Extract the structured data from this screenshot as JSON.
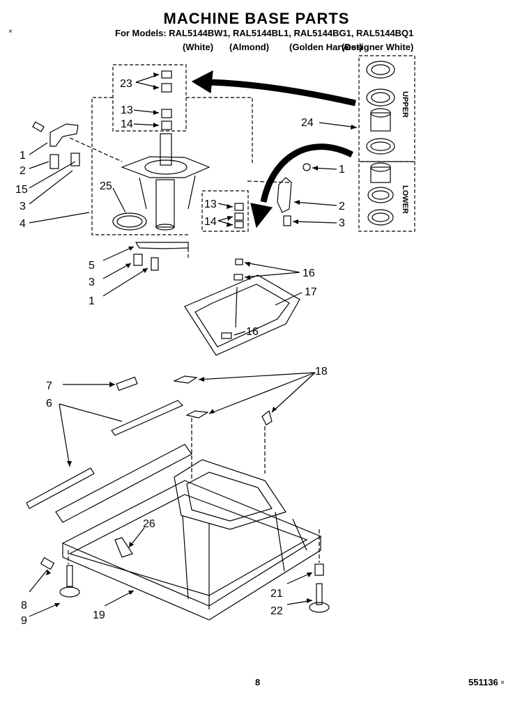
{
  "title": "MACHINE BASE PARTS",
  "models_line": "For Models: RAL5144BW1, RAL5144BL1, RAL5144BG1, RAL5144BQ1",
  "colors": [
    "(White)",
    "(Almond)",
    "(Golden Harvest)",
    "(Designer White)"
  ],
  "group_labels": {
    "upper": "UPPER",
    "lower": "LOWER"
  },
  "callouts": [
    {
      "id": "c23",
      "text": "23"
    },
    {
      "id": "c13a",
      "text": "13"
    },
    {
      "id": "c14a",
      "text": "14"
    },
    {
      "id": "c24",
      "text": "24"
    },
    {
      "id": "c1a",
      "text": "1"
    },
    {
      "id": "c2a",
      "text": "2"
    },
    {
      "id": "c15",
      "text": "15"
    },
    {
      "id": "c3a",
      "text": "3"
    },
    {
      "id": "c25",
      "text": "25"
    },
    {
      "id": "c4",
      "text": "4"
    },
    {
      "id": "c13b",
      "text": "13"
    },
    {
      "id": "c14b",
      "text": "14"
    },
    {
      "id": "c1b",
      "text": "1"
    },
    {
      "id": "c2b",
      "text": "2"
    },
    {
      "id": "c3b",
      "text": "3"
    },
    {
      "id": "c5",
      "text": "5"
    },
    {
      "id": "c3c",
      "text": "3"
    },
    {
      "id": "c1c",
      "text": "1"
    },
    {
      "id": "c16a",
      "text": "16"
    },
    {
      "id": "c17",
      "text": "17"
    },
    {
      "id": "c16b",
      "text": "16"
    },
    {
      "id": "c7",
      "text": "7"
    },
    {
      "id": "c18",
      "text": "18"
    },
    {
      "id": "c6",
      "text": "6"
    },
    {
      "id": "c26",
      "text": "26"
    },
    {
      "id": "c8",
      "text": "8"
    },
    {
      "id": "c9",
      "text": "9"
    },
    {
      "id": "c19",
      "text": "19"
    },
    {
      "id": "c21",
      "text": "21"
    },
    {
      "id": "c22",
      "text": "22"
    }
  ],
  "page_number": "8",
  "doc_number": "551136"
}
